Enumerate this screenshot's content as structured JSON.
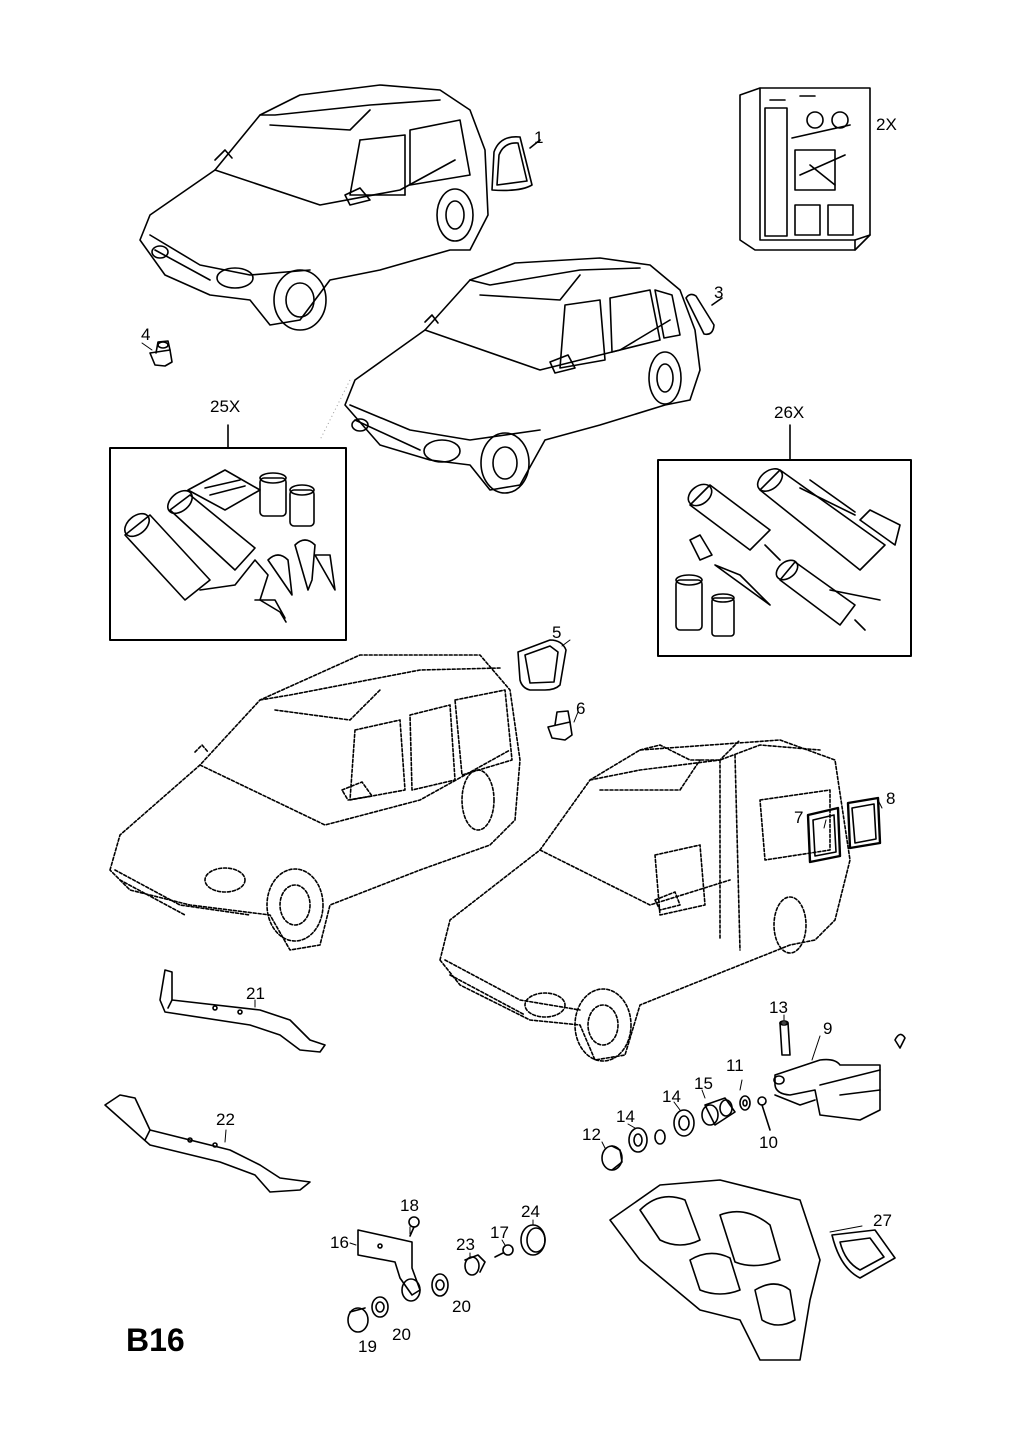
{
  "page_code": "B16",
  "callouts": {
    "c1": "1",
    "c2x": "2X",
    "c3": "3",
    "c4": "4",
    "c5": "5",
    "c6": "6",
    "c7": "7",
    "c8": "8",
    "c9": "9",
    "c10": "10",
    "c11": "11",
    "c12": "12",
    "c13": "13",
    "c14a": "14",
    "c14b": "14",
    "c15": "15",
    "c16": "16",
    "c17": "17",
    "c18": "18",
    "c19": "19",
    "c20a": "20",
    "c20b": "20",
    "c21": "21",
    "c22": "22",
    "c23": "23",
    "c24": "24",
    "c25x": "25X",
    "c26x": "26X",
    "c27": "27"
  }
}
